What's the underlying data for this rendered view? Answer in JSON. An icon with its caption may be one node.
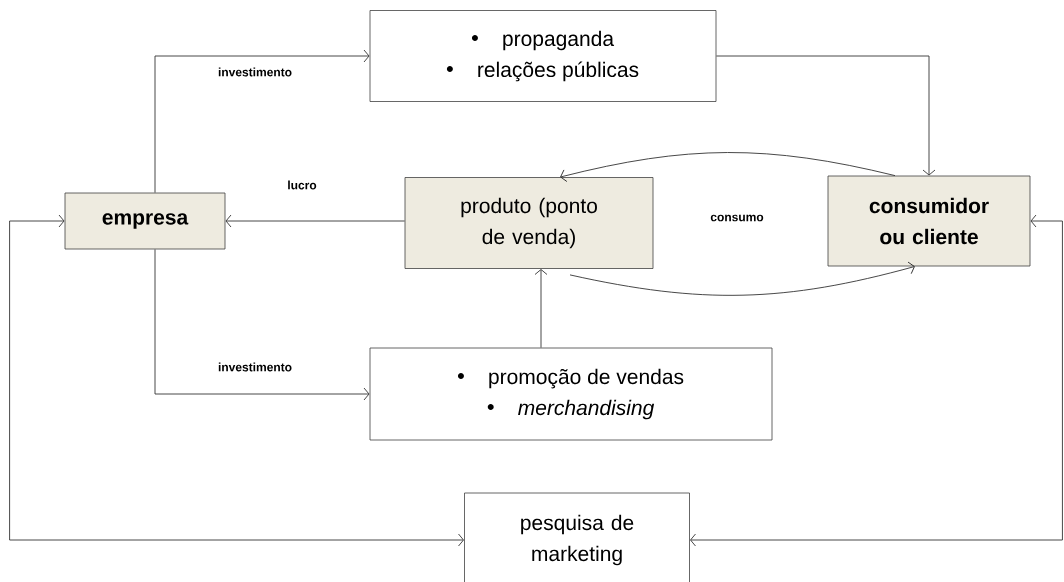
{
  "diagram": {
    "nodes": [
      {
        "text": [
          "propaganda",
          "relações públicas"
        ]
      },
      {
        "text": [
          "empresa"
        ]
      },
      {
        "text": [
          "produto (ponto de venda)"
        ]
      },
      {
        "text": [
          "consumidor ou cliente"
        ]
      },
      {
        "text": [
          "promoção de vendas",
          "merchandising"
        ]
      },
      {
        "text": [
          "pesquisa de marketing"
        ]
      }
    ],
    "edges": [
      {
        "from": 1,
        "to": 0,
        "arrow": "to",
        "label": "investimento"
      },
      {
        "from": 0,
        "to": 3,
        "arrow": "to"
      },
      {
        "from": 3,
        "to": 2,
        "arrow": "to"
      },
      {
        "from": 2,
        "to": 3,
        "arrow": "to"
      },
      {
        "from": 2,
        "to": 1,
        "arrow": "to",
        "label": "lucro"
      },
      {
        "from": 1,
        "to": 4,
        "arrow": "to",
        "label": "investimento"
      },
      {
        "from": 4,
        "to": 2,
        "arrow": "to"
      },
      {
        "from": 5,
        "to": 1,
        "arrow": "both"
      },
      {
        "from": 5,
        "to": 3,
        "arrow": "both"
      }
    ],
    "labels": [
      "consumo"
    ]
  }
}
